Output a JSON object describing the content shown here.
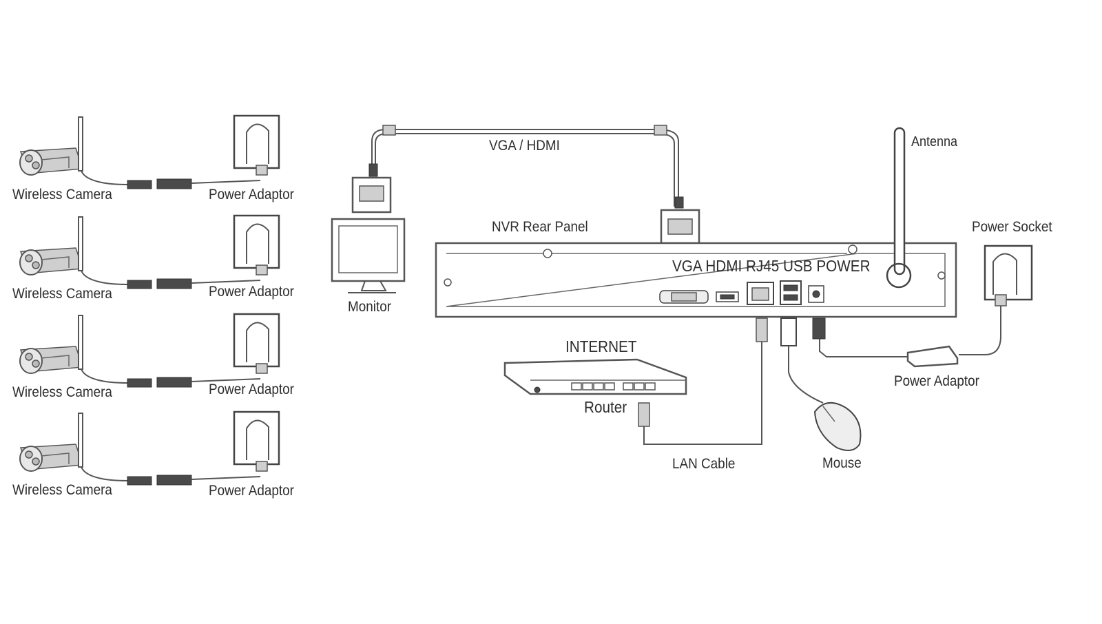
{
  "cameras": [
    {
      "camera_label": "Wireless Camera",
      "adaptor_label": "Power Adaptor"
    },
    {
      "camera_label": "Wireless Camera",
      "adaptor_label": "Power Adaptor"
    },
    {
      "camera_label": "Wireless Camera",
      "adaptor_label": "Power Adaptor"
    },
    {
      "camera_label": "Wireless Camera",
      "adaptor_label": "Power Adaptor"
    }
  ],
  "labels": {
    "vga_hdmi_cable": "VGA / HDMI",
    "monitor": "Monitor",
    "nvr_rear_panel": "NVR Rear Panel",
    "antenna": "Antenna",
    "power_socket": "Power Socket",
    "ports": "VGA  HDMI RJ45 USB POWER",
    "internet": "INTERNET",
    "router": "Router",
    "lan_cable": "LAN Cable",
    "mouse": "Mouse",
    "nvr_power_adaptor": "Power Adaptor"
  }
}
